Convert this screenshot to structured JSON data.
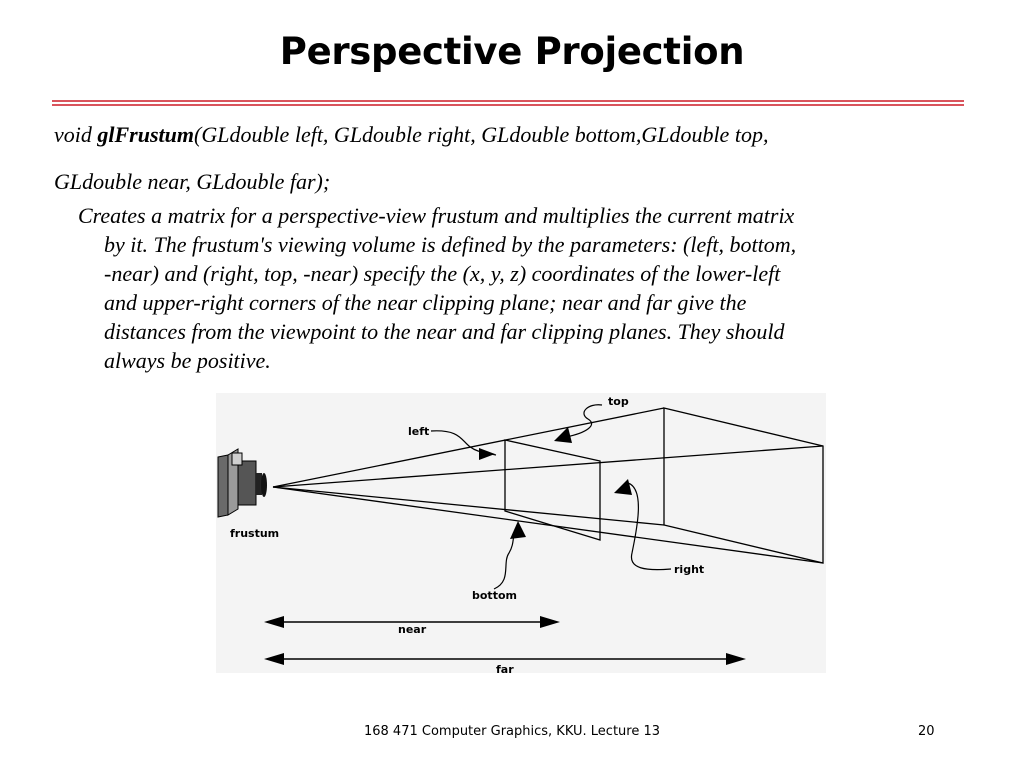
{
  "slide": {
    "title": "Perspective Projection",
    "signature": {
      "prefix": "void ",
      "function_name": "glFrustum",
      "line1_params": "(GLdouble left, GLdouble right, GLdouble bottom,GLdouble top,",
      "line2_params": "GLdouble near, GLdouble far);"
    },
    "description_lines": [
      "Creates a matrix for a perspective-view frustum and multiplies the current matrix",
      "by it. The frustum's viewing volume is defined by the parameters: (left, bottom,",
      "-near) and (right, top, -near) specify the (x, y, z) coordinates of the lower-left",
      "and upper-right corners of the near clipping plane; near and far give the",
      "distances from the viewpoint to the near and far clipping planes. They should",
      "always be positive."
    ],
    "figure_labels": {
      "left": "left",
      "top": "top",
      "frustum": "frustum",
      "right": "right",
      "bottom": "bottom",
      "near": "near",
      "far": "far"
    },
    "footer": {
      "course": "168 471 Computer Graphics, KKU. Lecture 13",
      "page_number": "20"
    },
    "colors": {
      "rule": "#d9545c",
      "figure_background": "#f4f4f4"
    }
  }
}
